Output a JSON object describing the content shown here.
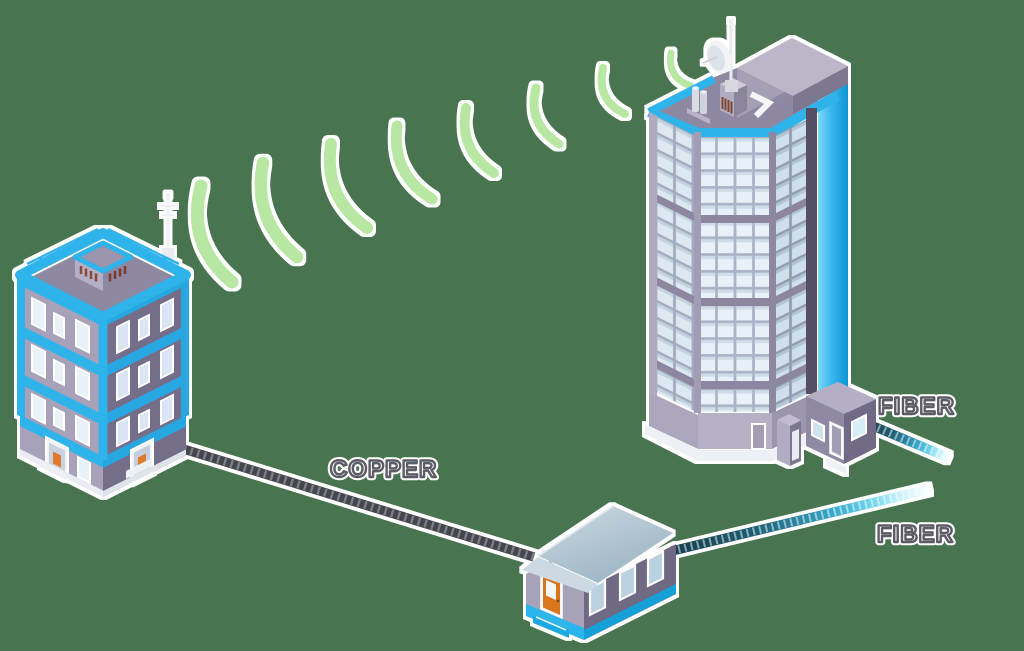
{
  "scene": {
    "type": "isometric-network-diagram",
    "background_color": "#48744F",
    "labels": {
      "copper": "COPPER",
      "fiber_tower": "FIBER",
      "fiber_house": "FIBER"
    },
    "colors": {
      "trim_blue": "#2db3ea",
      "wall_light": "#a8a1ba",
      "wall_dark": "#746e8b",
      "wireless_green": "#b8e7a3",
      "copper_cable_dark": "#45454d",
      "fiber_teal_dark": "#173f4d",
      "fiber_cyan": "#74d7ef",
      "door_orange": "#d8761f",
      "outline_white": "#ffffff"
    },
    "nodes": [
      {
        "id": "office-building",
        "description": "mid-rise building with rooftop antenna",
        "position": "left"
      },
      {
        "id": "tower-building",
        "description": "glass high-rise with satellite dish and blue elevator shaft",
        "position": "upper-right"
      },
      {
        "id": "cabinet-house",
        "description": "small hut with orange door",
        "position": "bottom-center"
      }
    ],
    "links": [
      {
        "type": "wireless",
        "from": "tower-building",
        "to": "office-building",
        "arc_count": 8
      },
      {
        "type": "copper",
        "from": "office-building",
        "to": "cabinet-house",
        "label": "COPPER"
      },
      {
        "type": "fiber",
        "from": "cabinet-house",
        "to": "off-canvas-right",
        "label": "FIBER"
      },
      {
        "type": "fiber",
        "from": "tower-building",
        "to": "off-canvas-right",
        "label": "FIBER"
      }
    ]
  }
}
